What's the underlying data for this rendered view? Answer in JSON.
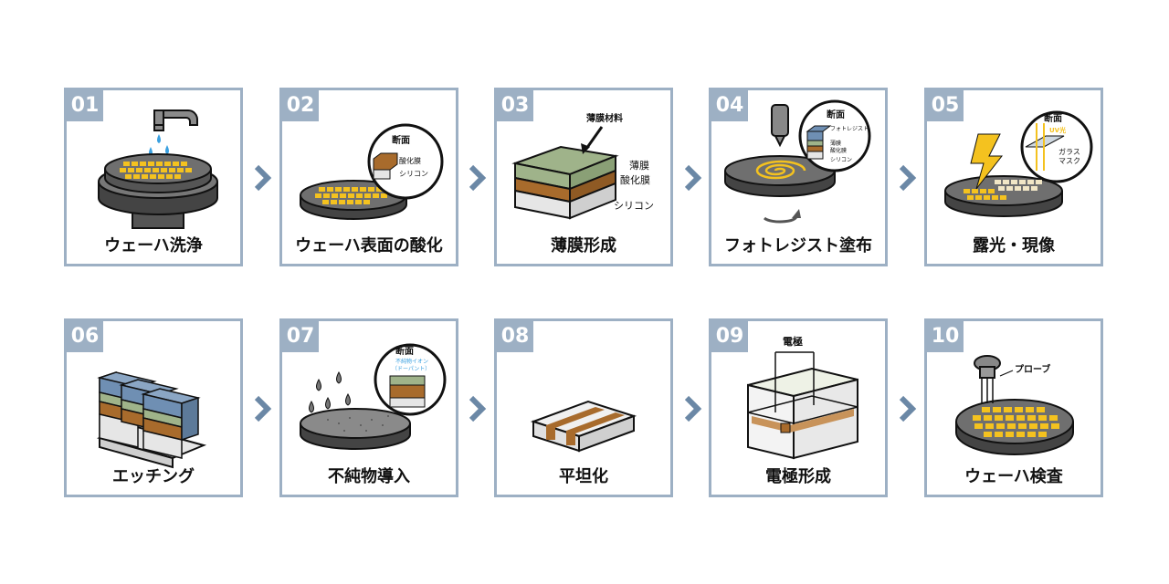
{
  "steps": [
    {
      "num": "01",
      "title": "ウェーハ洗浄",
      "notes": []
    },
    {
      "num": "02",
      "title": "ウェーハ表面の酸化",
      "notes": [
        "断面",
        "酸化膜",
        "シリコン"
      ]
    },
    {
      "num": "03",
      "title": "薄膜形成",
      "notes": [
        "薄膜材料",
        "薄膜",
        "酸化膜",
        "シリコン"
      ]
    },
    {
      "num": "04",
      "title": "フォトレジスト塗布",
      "notes": [
        "断面",
        "フォトレジスト",
        "薄膜",
        "酸化膜",
        "シリコン"
      ]
    },
    {
      "num": "05",
      "title": "露光・現像",
      "notes": [
        "断面",
        "UV光",
        "ガラス",
        "マスク"
      ]
    },
    {
      "num": "06",
      "title": "エッチング",
      "notes": []
    },
    {
      "num": "07",
      "title": "不純物導入",
      "notes": [
        "断面",
        "不純物イオン",
        "（ドーパント）"
      ]
    },
    {
      "num": "08",
      "title": "平坦化",
      "notes": []
    },
    {
      "num": "09",
      "title": "電極形成",
      "notes": [
        "電極"
      ]
    },
    {
      "num": "10",
      "title": "ウェーハ検査",
      "notes": [
        "プローブ"
      ]
    }
  ],
  "colors": {
    "frame": "#9db0c4",
    "arrow": "#6b88a6",
    "chip": "#f4c21f",
    "wafer": "#6f6f6f",
    "film": "#9fb38a",
    "oxide": "#a86b2c",
    "silicon": "#e6e6e6",
    "resist": "#6f8fb3"
  }
}
